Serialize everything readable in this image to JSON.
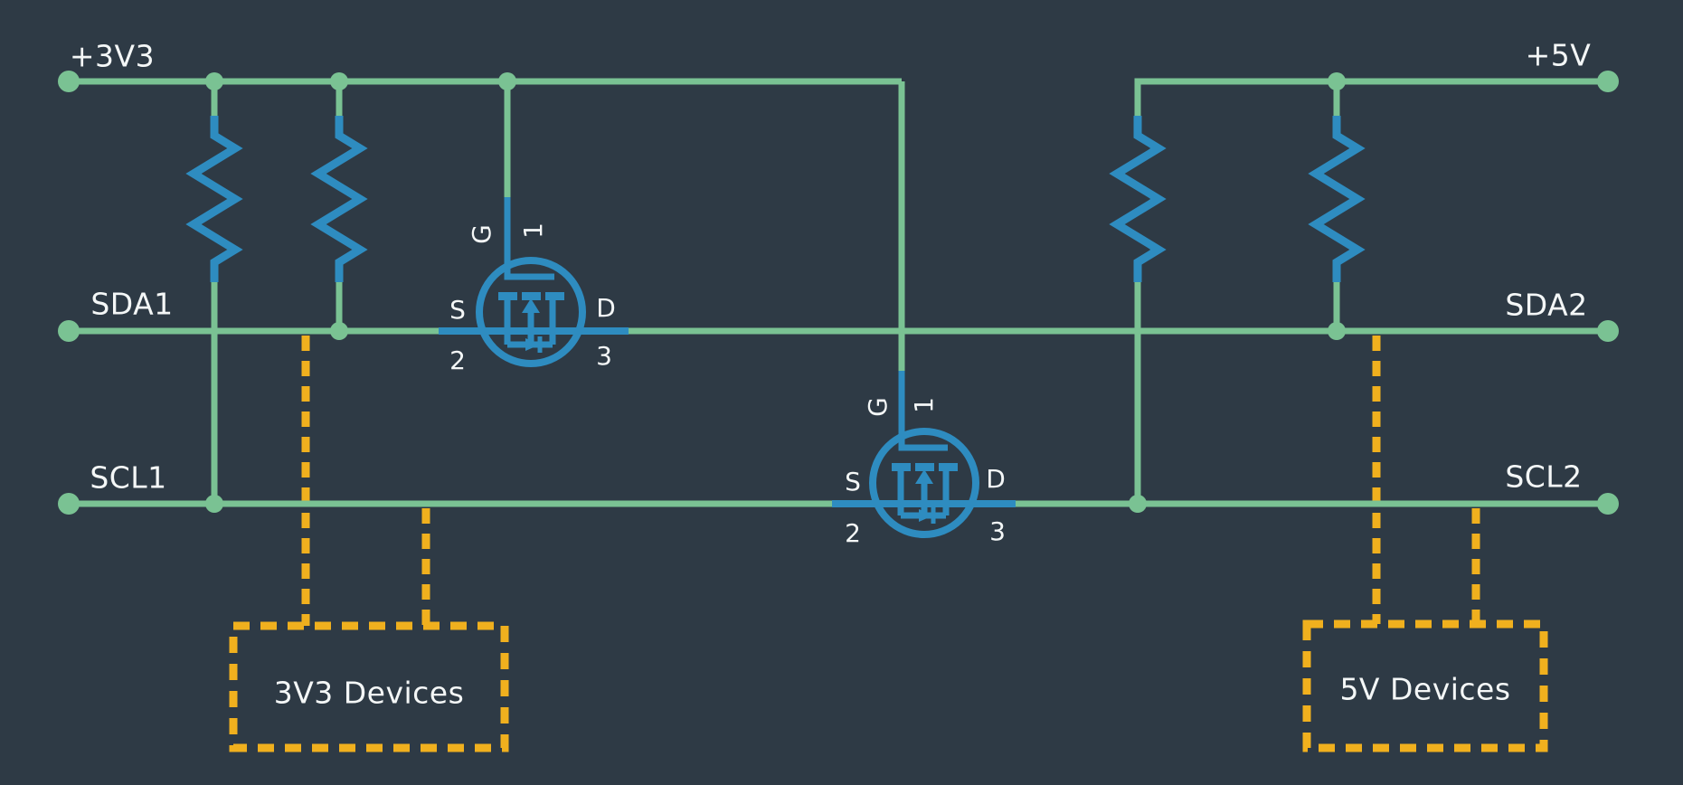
{
  "schematic": {
    "power_rails": [
      {
        "label": "+3V3"
      },
      {
        "label": "+5V"
      }
    ],
    "nets": [
      {
        "label": "SDA1"
      },
      {
        "label": "SCL1"
      },
      {
        "label": "SDA2"
      },
      {
        "label": "SCL2"
      }
    ],
    "mosfets": [
      {
        "gate_label": "G",
        "gate_pin": "1",
        "source_label": "S",
        "source_pin": "2",
        "drain_label": "D",
        "drain_pin": "3"
      },
      {
        "gate_label": "G",
        "gate_pin": "1",
        "source_label": "S",
        "source_pin": "2",
        "drain_label": "D",
        "drain_pin": "3"
      }
    ],
    "device_boxes": [
      {
        "label": "3V3 Devices"
      },
      {
        "label": "5V Devices"
      }
    ],
    "colors": {
      "background": "#2e3a45",
      "wire_green": "#7ac293",
      "component_blue": "#2e8cc0",
      "highlight_yellow": "#f0b01e",
      "label_text": "#f4f7f7"
    }
  }
}
